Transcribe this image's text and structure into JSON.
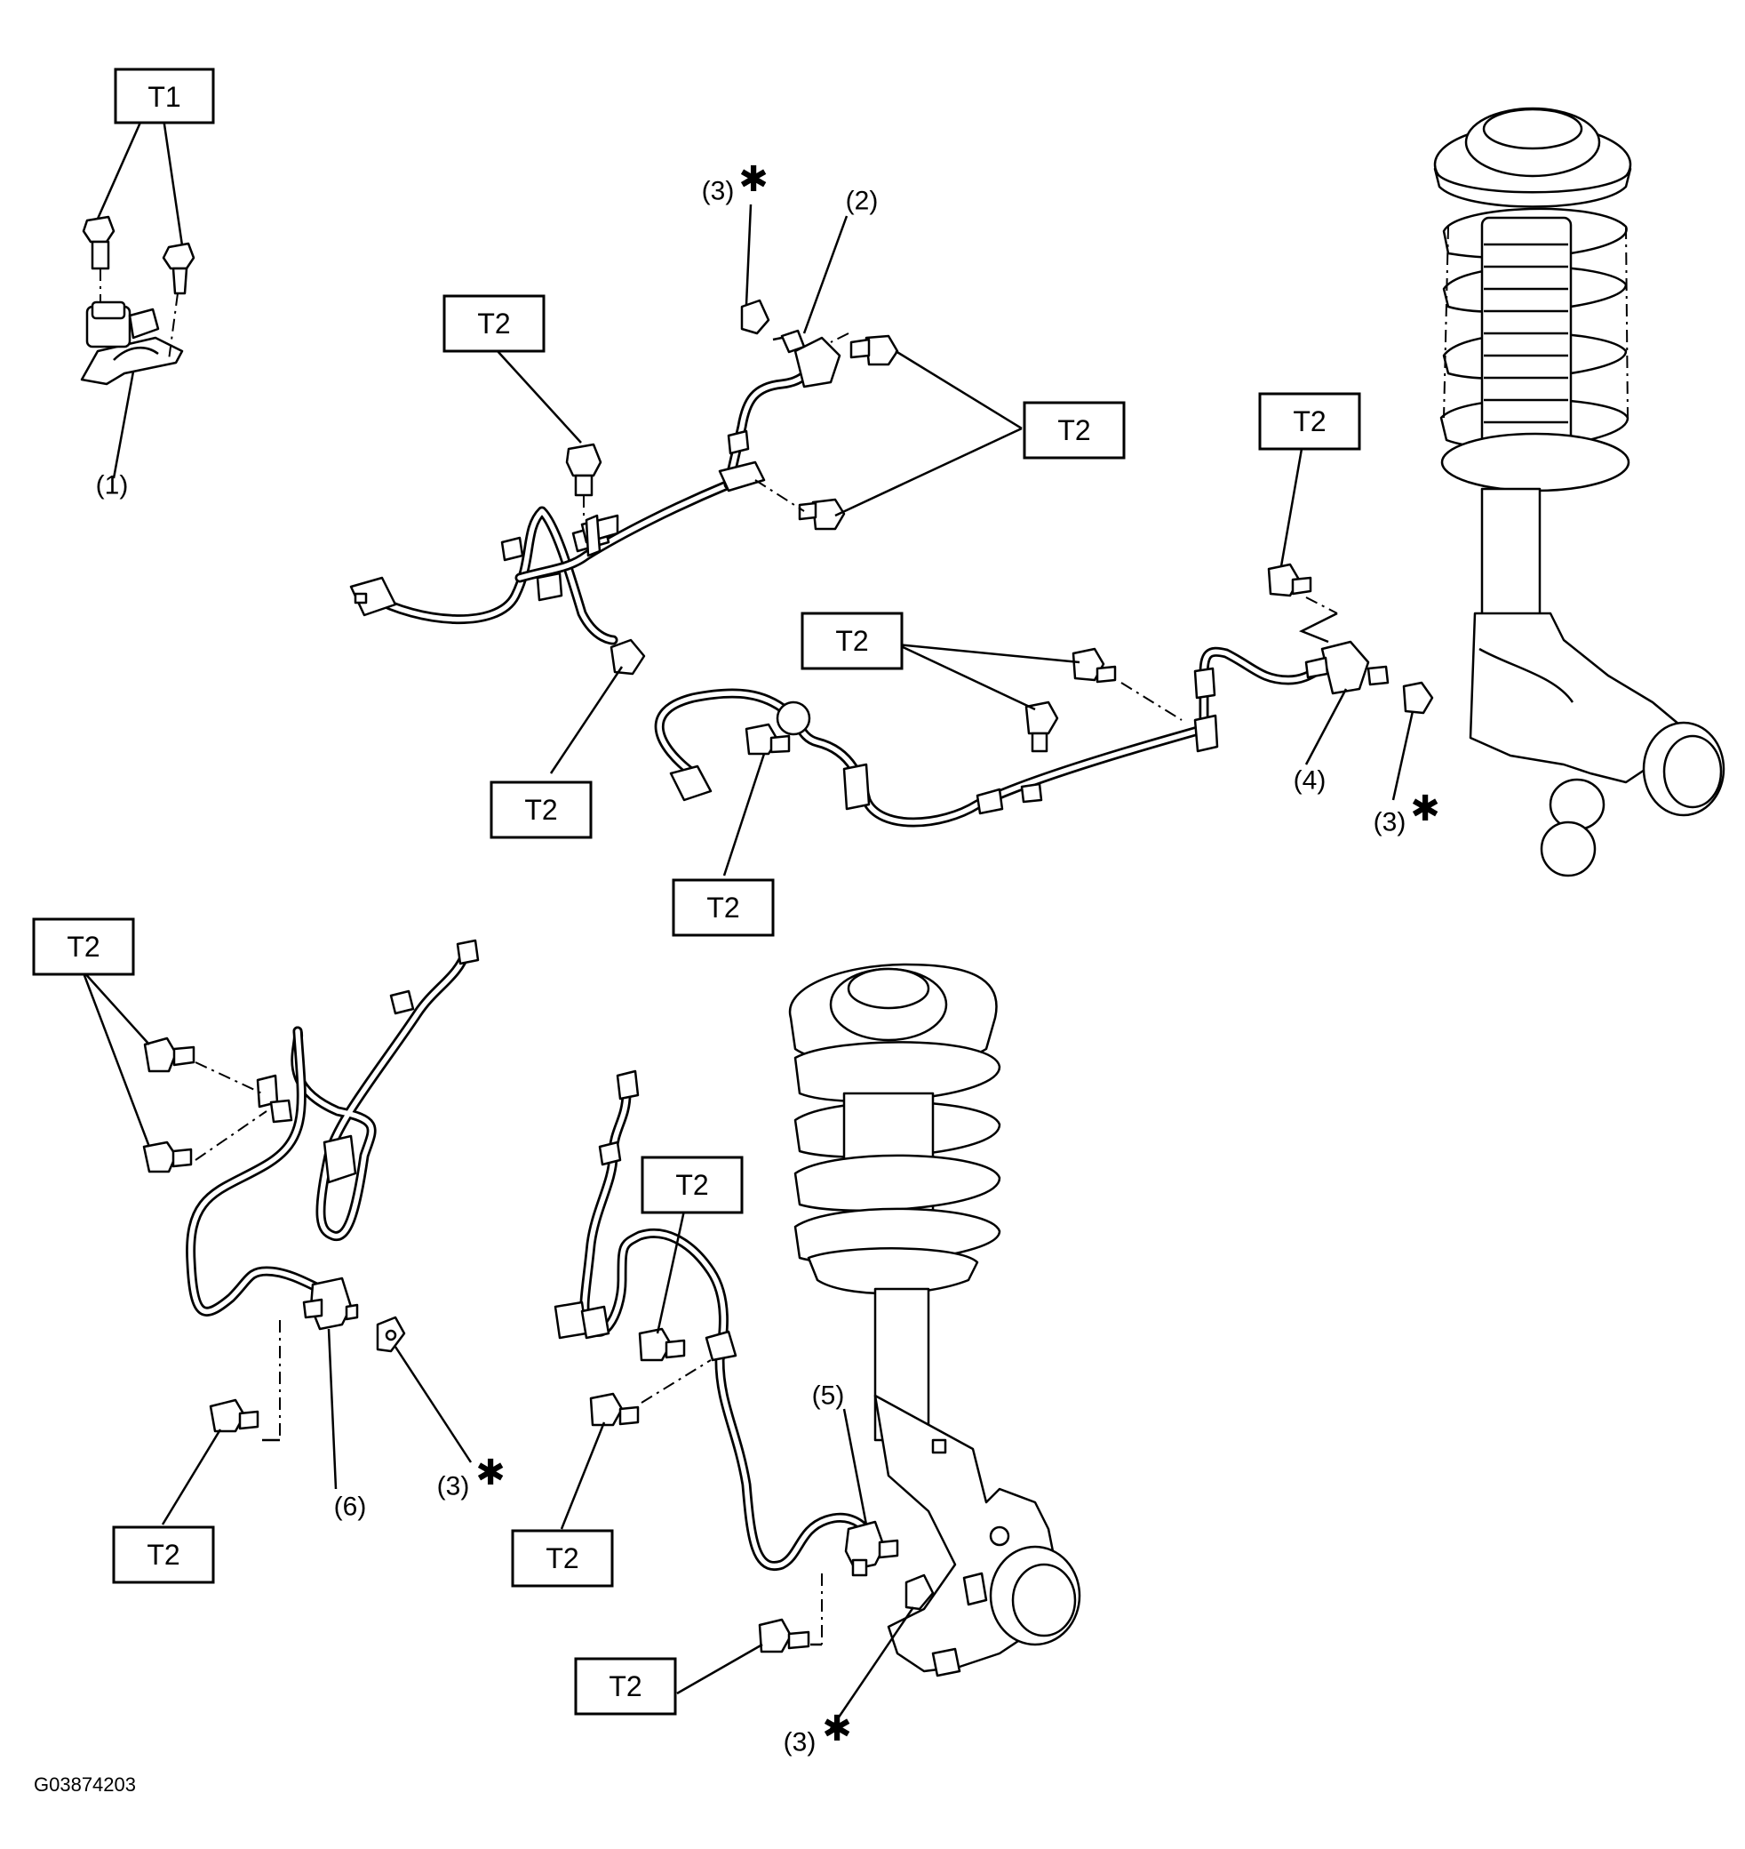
{
  "diagram": {
    "image_code": "G03874203",
    "torque_tags": {
      "t1": "T1",
      "t2": "T2"
    },
    "part_labels": {
      "p1": "(1)",
      "p2": "(2)",
      "p3": "(3)",
      "p4": "(4)",
      "p5": "(5)",
      "p6": "(6)"
    },
    "asterisk": "✱"
  }
}
